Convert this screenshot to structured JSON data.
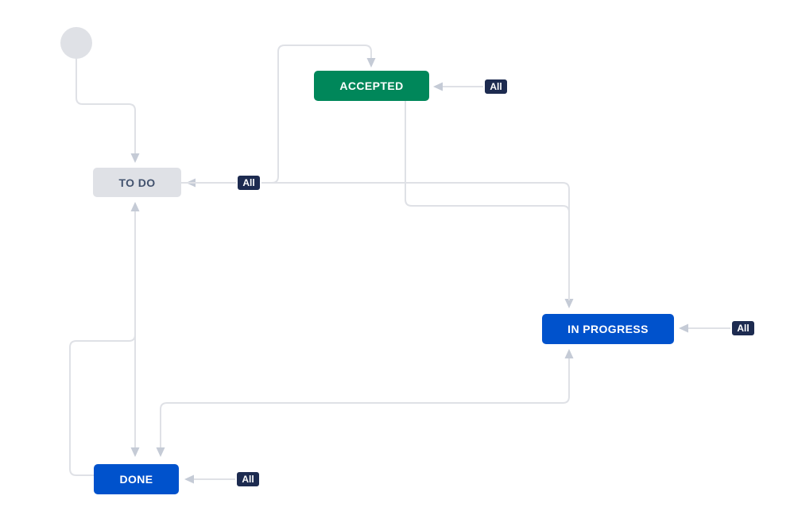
{
  "colors": {
    "background": "#FFFFFF",
    "connector": "#DFE1E6",
    "arrowhead": "#C5CBD6",
    "badge_bg": "#1D2B50",
    "badge_text": "#FFFFFF",
    "start_node": "#DFE1E6"
  },
  "workflow": {
    "statuses": [
      {
        "label": "ACCEPTED",
        "bg": "#00875A",
        "fg": "#FFFFFF"
      },
      {
        "label": "TO DO",
        "bg": "#DFE1E6",
        "fg": "#42526E"
      },
      {
        "label": "IN PROGRESS",
        "bg": "#0052CC",
        "fg": "#FFFFFF"
      },
      {
        "label": "DONE",
        "bg": "#0052CC",
        "fg": "#FFFFFF"
      }
    ],
    "global_badges": [
      {
        "label": "All",
        "target": "ACCEPTED"
      },
      {
        "label": "All",
        "target": "TO DO"
      },
      {
        "label": "All",
        "target": "IN PROGRESS"
      },
      {
        "label": "All",
        "target": "DONE"
      }
    ]
  }
}
